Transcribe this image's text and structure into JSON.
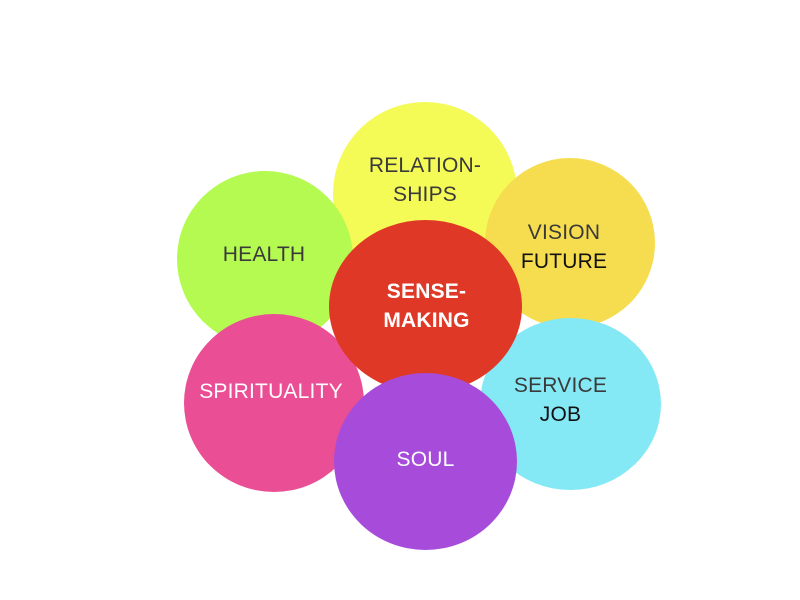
{
  "nodes": [
    {
      "id": "relationships",
      "lines": [
        "RELATION-",
        "SHIPS"
      ],
      "fill": "#f4fa56",
      "text_colors": [
        "#3a3a3a",
        "#3a3a3a"
      ]
    },
    {
      "id": "health",
      "lines": [
        "HEALTH"
      ],
      "fill": "#b4fa50",
      "text_colors": [
        "#3a3a3a"
      ]
    },
    {
      "id": "vision",
      "lines": [
        "VISION",
        "FUTURE"
      ],
      "fill": "#f6dd4f",
      "text_colors": [
        "#3a3a3a",
        "#111111"
      ]
    },
    {
      "id": "sense",
      "lines": [
        "SENSE-",
        "MAKING"
      ],
      "fill": "#e03826",
      "text_colors": [
        "#ffffff",
        "#ffffff"
      ]
    },
    {
      "id": "spirituality",
      "lines": [
        "SPIRITUALITY"
      ],
      "fill": "#ea4f95",
      "text_colors": [
        "#ffffff"
      ]
    },
    {
      "id": "service",
      "lines": [
        "SERVICE",
        "JOB"
      ],
      "fill": "#84e9f5",
      "text_colors": [
        "#3a3a3a",
        "#111111"
      ]
    },
    {
      "id": "soul",
      "lines": [
        "SOUL"
      ],
      "fill": "#a64bda",
      "text_colors": [
        "#ffffff"
      ]
    }
  ]
}
